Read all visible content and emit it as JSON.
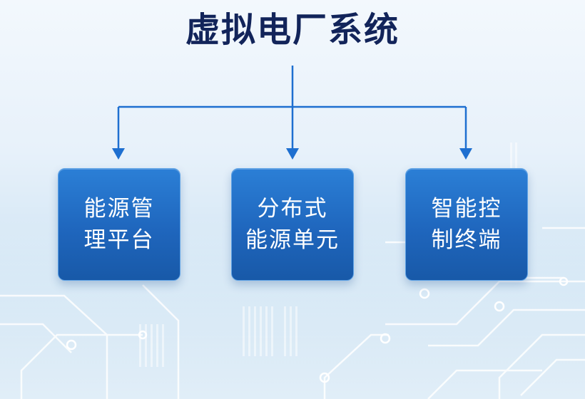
{
  "title": "虚拟电厂系统",
  "nodes": [
    {
      "lines": [
        "能源管",
        "理平台"
      ]
    },
    {
      "lines": [
        "分布式",
        "能源单元"
      ]
    },
    {
      "lines": [
        "智能控",
        "制终端"
      ]
    }
  ],
  "colors": {
    "title_text": "#12245a",
    "connector": "#1e6fd0",
    "node_fill": "#1f66bd",
    "node_text": "#ffffff",
    "circuit": "#ffffff"
  }
}
